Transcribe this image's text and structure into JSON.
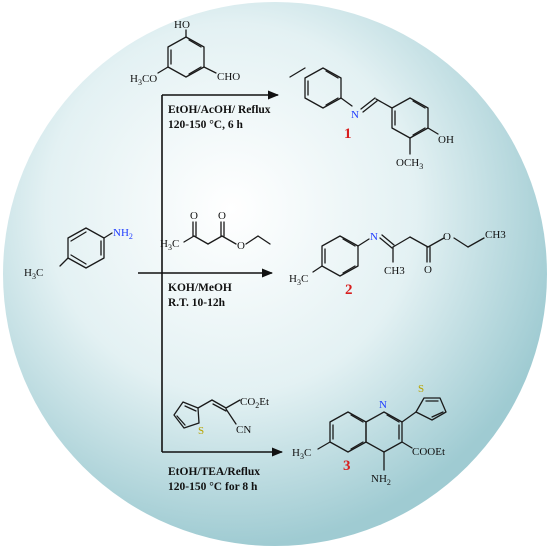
{
  "colors": {
    "sphere_center": "#ffffff",
    "sphere_mid": "#e3f1f3",
    "sphere_edge": "#9fcbd2",
    "compound_number": "#d81e1e",
    "nitrogen": "#1f3cff",
    "sulfur": "#b8a400"
  },
  "start": {
    "nh2": "NH",
    "nh2_sub": "2",
    "ch3": "H",
    "ch3_a": "C",
    "ch3_sub": "3",
    "ch3_b": ""
  },
  "reagent1": {
    "oh": "HO",
    "ome_a": "H",
    "ome_sub": "3",
    "ome_b": "CO",
    "cho": "CHO"
  },
  "cond1": {
    "line1": "EtOH/AcOH/ Reflux",
    "line2": "120-150 °C, 6 h"
  },
  "product1": {
    "number": "1",
    "n": "N",
    "oh": "OH",
    "ome_a": "OCH",
    "ome_sub": "3"
  },
  "reagent2": {
    "ch3_a": "H",
    "ch3_sub": "3",
    "ch3_b": "C",
    "o1": "O",
    "o2": "O",
    "o3": "O"
  },
  "cond2": {
    "line1": "KOH/MeOH",
    "line2": "R.T. 10-12h"
  },
  "product2": {
    "number": "2",
    "n": "N",
    "o1": "O",
    "o2": "O",
    "ch3": "CH3",
    "ch3_end": "CH3",
    "tol_a": "H",
    "tol_sub": "3",
    "tol_b": "C"
  },
  "reagent3": {
    "ester_a": "CO",
    "ester_sub": "2",
    "ester_b": "Et",
    "cn": "CN",
    "s": "S"
  },
  "cond3": {
    "line1": "EtOH/TEA/Reflux",
    "line2": "120-150 °C for 8 h"
  },
  "product3": {
    "number": "3",
    "n": "N",
    "s": "S",
    "ester": "COOEt",
    "nh2_a": "NH",
    "nh2_sub": "2",
    "me_a": "H",
    "me_sub": "3",
    "me_b": "C"
  }
}
